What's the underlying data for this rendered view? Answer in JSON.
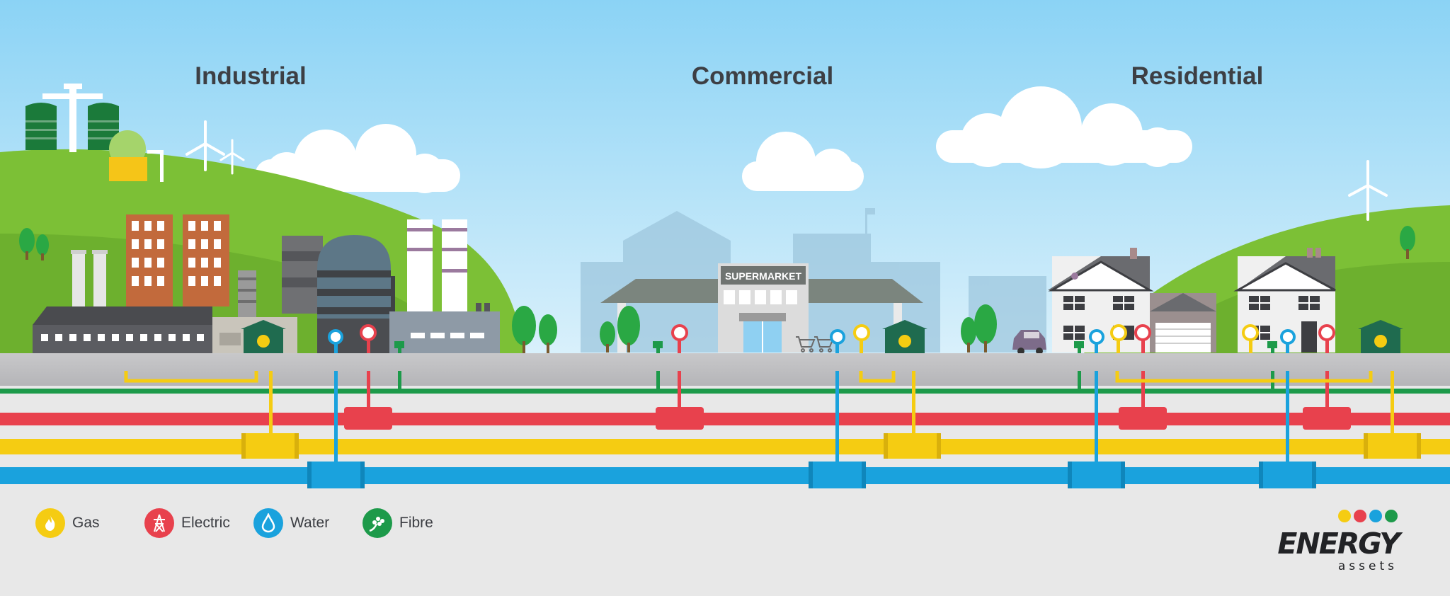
{
  "sections": {
    "industrial": "Industrial",
    "commercial": "Commercial",
    "residential": "Residential"
  },
  "store_sign": "SUPERMARKET",
  "legend": [
    {
      "label": "Gas",
      "color": "#f5cc12",
      "icon": "flame-icon"
    },
    {
      "label": "Electric",
      "color": "#e8414d",
      "icon": "pylon-icon"
    },
    {
      "label": "Water",
      "color": "#1aa2dd",
      "icon": "water-drop-icon"
    },
    {
      "label": "Fibre",
      "color": "#1d9a4a",
      "icon": "fibre-icon"
    }
  ],
  "logo": {
    "word": "ENERGY",
    "sub": "assets"
  },
  "colors": {
    "gas": "#f5cc12",
    "electric": "#e8414d",
    "water": "#1aa2dd",
    "fibre": "#1d9a4a",
    "sky": "#8ed4f4",
    "hill": "#7cc036",
    "ground": "#e8e8e8"
  }
}
